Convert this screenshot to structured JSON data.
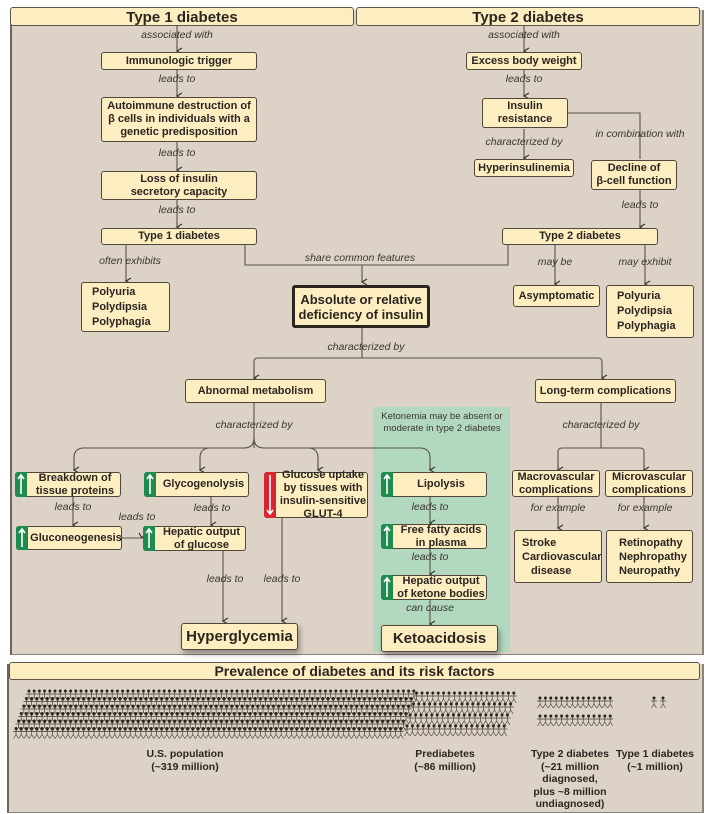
{
  "headers": {
    "type1": "Type 1 diabetes",
    "type2": "Type 2 diabetes",
    "prevalence": "Prevalence of diabetes and its risk factors"
  },
  "type1": {
    "l_associated": "associated with",
    "trigger": "Immunologic trigger",
    "l_leads1": "leads to",
    "autoimmune": [
      "Autoimmune destruction of",
      "β cells in individuals with a",
      "genetic predisposition"
    ],
    "l_leads2": "leads to",
    "loss": [
      "Loss of insulin",
      "secretory capacity"
    ],
    "l_leads3": "leads to",
    "diabetes": "Type 1 diabetes",
    "l_exhibits": "often exhibits",
    "symptoms": [
      "Polyuria",
      "Polydipsia",
      "Polyphagia"
    ]
  },
  "type2": {
    "l_associated": "associated with",
    "weight": "Excess body weight",
    "l_leads1": "leads to",
    "resistance": [
      "Insulin",
      "resistance"
    ],
    "l_characterized": "characterized by",
    "hyperinsulinemia": "Hyperinsulinemia",
    "l_combination": "in combination with",
    "decline": [
      "Decline of",
      "β-cell function"
    ],
    "l_leads2": "leads to",
    "diabetes": "Type 2 diabetes",
    "l_maybe": "may be",
    "asymptomatic": "Asymptomatic",
    "l_mayexhibit": "may exhibit",
    "symptoms": [
      "Polyuria",
      "Polydipsia",
      "Polyphagia"
    ]
  },
  "central": {
    "l_share": "share common features",
    "deficiency": [
      "Absolute or relative",
      "deficiency of insulin"
    ],
    "l_characterized": "characterized by"
  },
  "metabolism": {
    "title": "Abnormal metabolism",
    "l_characterized": "characterized by",
    "breakdown": [
      "Breakdown of",
      "tissue proteins"
    ],
    "breakdown_indicator": "up",
    "l_leads_bd": "leads to",
    "gluconeogenesis": "Gluconeogenesis",
    "gluconeogenesis_indicator": "up",
    "l_leads_gn": "leads to",
    "glycogenolysis": "Glycogenolysis",
    "glycogenolysis_indicator": "up",
    "l_leads_gl": "leads to",
    "hepatic_glucose": [
      "Hepatic output",
      "of glucose"
    ],
    "hepatic_glucose_indicator": "up",
    "l_leads_hg": "leads to",
    "glucose_uptake": [
      "Glucose uptake",
      "by tissues with",
      "insulin-sensitive",
      "GLUT-4"
    ],
    "glucose_uptake_indicator": "down",
    "l_leads_gu": "leads to",
    "hyperglycemia": "Hyperglycemia"
  },
  "ketone": {
    "note": [
      "Ketonemia may be absent or",
      "moderate in type 2 diabetes"
    ],
    "lipolysis": "Lipolysis",
    "lipolysis_indicator": "up",
    "l_leads1": "leads to",
    "ffa": [
      "Free fatty acids",
      "in plasma"
    ],
    "ffa_indicator": "up",
    "l_leads2": "leads to",
    "ketone_output": [
      "Hepatic output",
      "of ketone bodies"
    ],
    "ketone_output_indicator": "up",
    "l_cancause": "can cause",
    "ketoacidosis": "Ketoacidosis"
  },
  "complications": {
    "title": "Long-term complications",
    "l_characterized": "characterized by",
    "macro": [
      "Macrovascular",
      "complications"
    ],
    "l_macro_example": "for example",
    "macro_examples": [
      "Stroke",
      "Cardiovascular",
      "disease"
    ],
    "micro": [
      "Microvascular",
      "complications"
    ],
    "l_micro_example": "for example",
    "micro_examples": [
      "Retinopathy",
      "Nephropathy",
      "Neuropathy"
    ]
  },
  "prevalence": {
    "groups": [
      {
        "label": [
          "U.S. population",
          "(~319 million)"
        ],
        "millions": 319
      },
      {
        "label": [
          "Prediabetes",
          "(~86 million)"
        ],
        "millions": 86
      },
      {
        "label": [
          "Type 2 diabetes",
          "(~21 million",
          "diagnosed,",
          "plus ~8 million",
          "undiagnosed)"
        ],
        "millions": 29
      },
      {
        "label": [
          "Type 1 diabetes",
          "(~1 million)"
        ],
        "millions": 1
      }
    ]
  },
  "colors": {
    "panel": "#dcd3c6",
    "box": "#fdeec2",
    "green_region": "#b2d9c0",
    "increase": "#1e8c4e",
    "decrease": "#d92433",
    "ink": "#2b2520"
  }
}
